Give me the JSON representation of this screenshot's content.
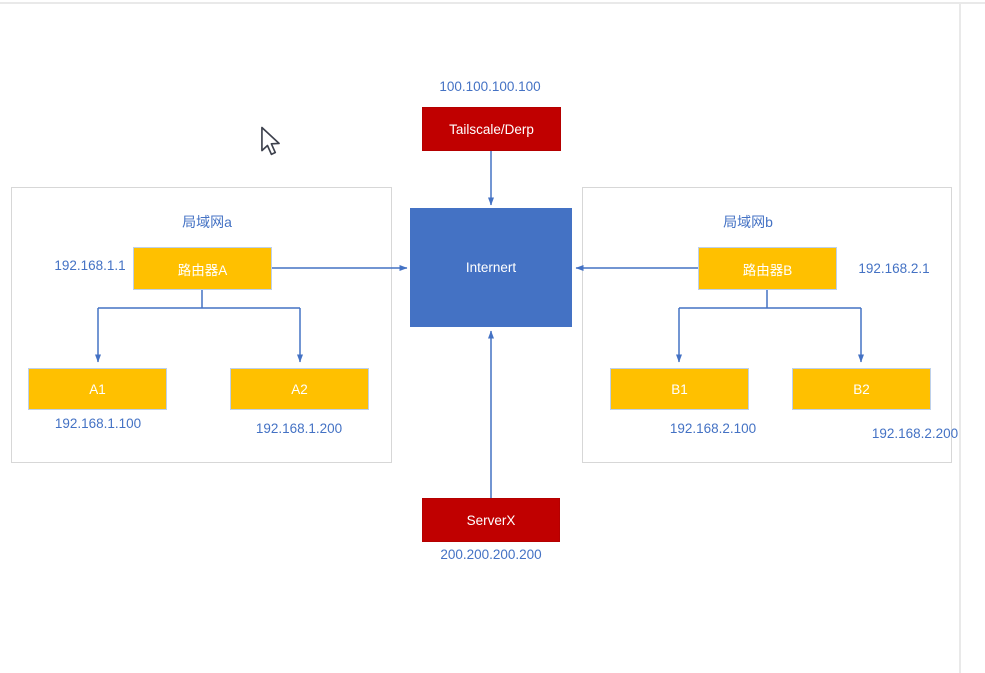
{
  "diagram": {
    "derp": {
      "label": "Tailscale/Derp",
      "ip": "100.100.100.100"
    },
    "internet": {
      "label": "Internert"
    },
    "serverx": {
      "label": "ServerX",
      "ip": "200.200.200.200"
    },
    "lan_a": {
      "title": "局域网a",
      "router": {
        "label": "路由器A",
        "ip": "192.168.1.1"
      },
      "hosts": [
        {
          "label": "A1",
          "ip": "192.168.1.100"
        },
        {
          "label": "A2",
          "ip": "192.168.1.200"
        }
      ]
    },
    "lan_b": {
      "title": "局域网b",
      "router": {
        "label": "路由器B",
        "ip": "192.168.2.1"
      },
      "hosts": [
        {
          "label": "B1",
          "ip": "192.168.2.100"
        },
        {
          "label": "B2",
          "ip": "192.168.2.200"
        }
      ]
    },
    "colors": {
      "connector_blue": "#4472C4",
      "internet_blue": "#4472C4",
      "node_yellow": "#FFC000",
      "node_red": "#C00000",
      "label_blue": "#4472C4",
      "page_edge_gray": "#E9E9E9",
      "lan_border_gray": "#D7D7D7"
    }
  }
}
